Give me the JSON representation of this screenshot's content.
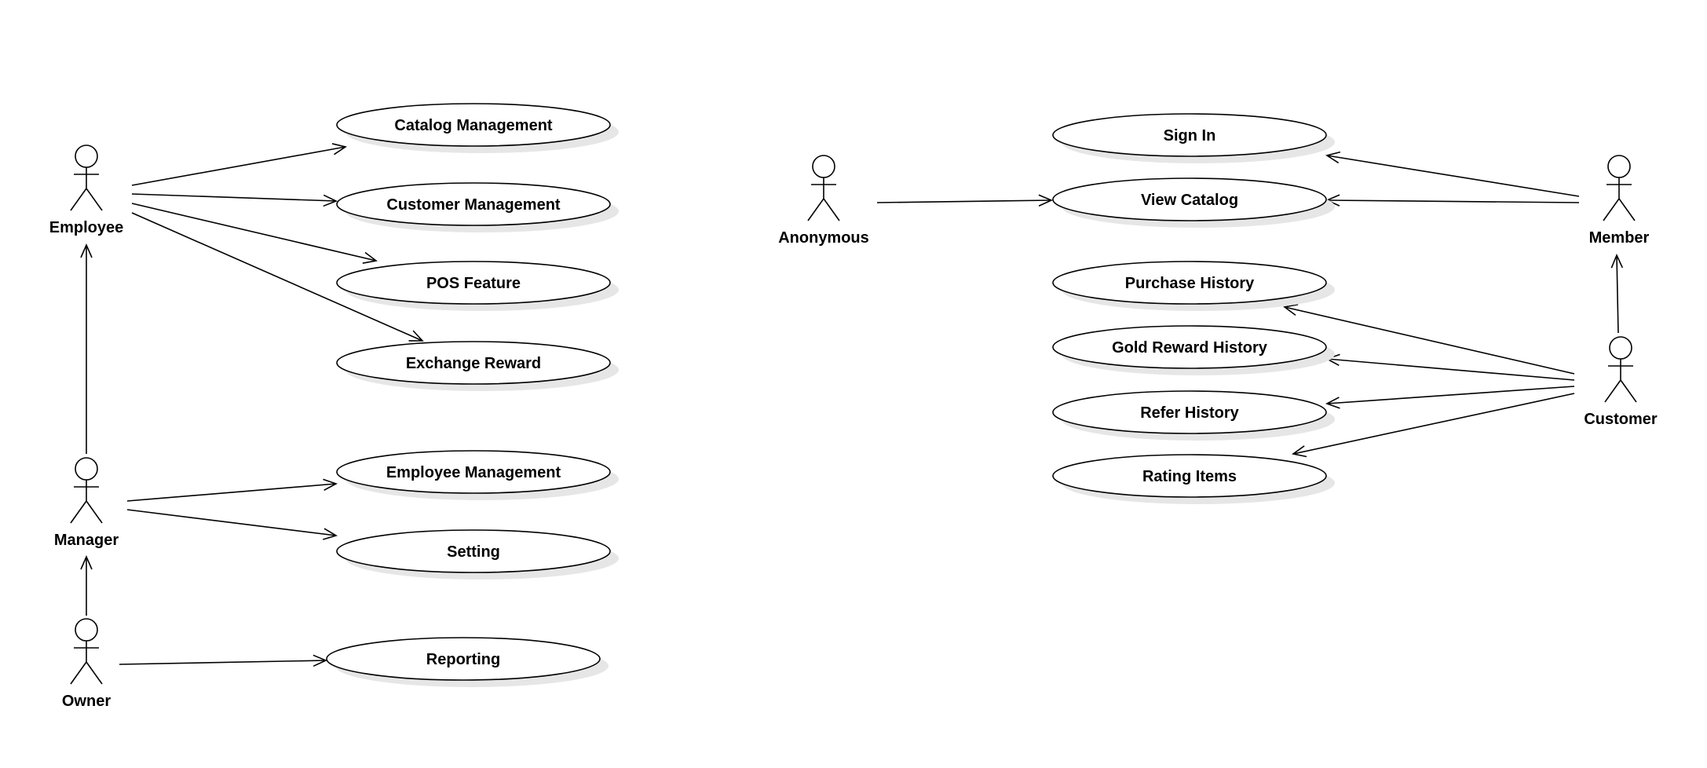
{
  "colors": {
    "stroke": "#000000",
    "fill": "#ffffff",
    "shadow": "#e6e6e6",
    "background": "#ffffff"
  },
  "actors": {
    "employee": "Employee",
    "manager": "Manager",
    "owner": "Owner",
    "anonymous": "Anonymous",
    "member": "Member",
    "customer": "Customer"
  },
  "use_cases": {
    "catalog_management": "Catalog Management",
    "customer_management": "Customer Management",
    "pos_feature": "POS Feature",
    "exchange_reward": "Exchange Reward",
    "employee_management": "Employee Management",
    "setting": "Setting",
    "reporting": "Reporting",
    "sign_in": "Sign In",
    "view_catalog": "View Catalog",
    "purchase_history": "Purchase History",
    "gold_reward_history": "Gold Reward History",
    "refer_history": "Refer History",
    "rating_items": "Rating Items"
  },
  "associations": [
    {
      "from": "employee",
      "to": "catalog_management"
    },
    {
      "from": "employee",
      "to": "customer_management"
    },
    {
      "from": "employee",
      "to": "pos_feature"
    },
    {
      "from": "employee",
      "to": "exchange_reward"
    },
    {
      "from": "manager",
      "to": "employee"
    },
    {
      "from": "manager",
      "to": "employee_management"
    },
    {
      "from": "manager",
      "to": "setting"
    },
    {
      "from": "owner",
      "to": "manager"
    },
    {
      "from": "owner",
      "to": "reporting"
    },
    {
      "from": "anonymous",
      "to": "view_catalog"
    },
    {
      "from": "member",
      "to": "sign_in"
    },
    {
      "from": "member",
      "to": "view_catalog"
    },
    {
      "from": "customer",
      "to": "member"
    },
    {
      "from": "customer",
      "to": "purchase_history"
    },
    {
      "from": "customer",
      "to": "gold_reward_history"
    },
    {
      "from": "customer",
      "to": "refer_history"
    },
    {
      "from": "customer",
      "to": "rating_items"
    }
  ]
}
